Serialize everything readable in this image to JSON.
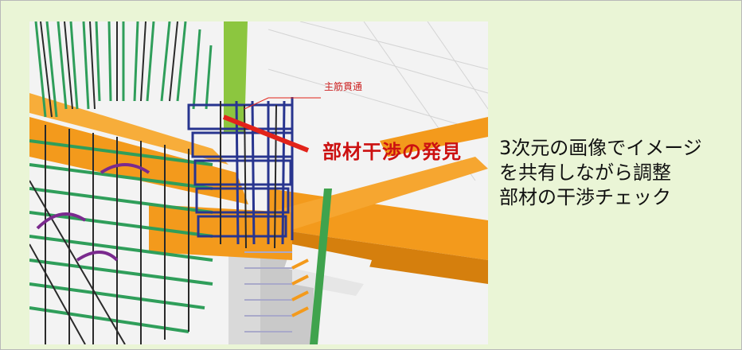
{
  "figure": {
    "annotation_small": "主筋貫通",
    "annotation_large": "部材干渉の発見"
  },
  "caption": {
    "line1": "3次元の画像でイメージ",
    "line2": "を共有しながら調整",
    "line3": "部材の干渉チェック"
  },
  "colors": {
    "panel_background": "#eaf5d6",
    "rebar_green": "#2f9e5a",
    "rebar_blue": "#28358f",
    "beam_orange": "#f39a1c",
    "column_green": "#8cc63f",
    "annotation_red": "#cc1111"
  }
}
